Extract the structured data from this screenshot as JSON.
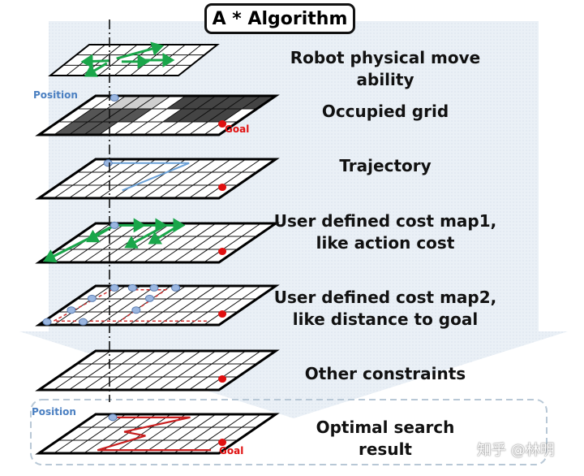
{
  "title": "A * Algorithm",
  "layers": [
    {
      "id": "move",
      "label": [
        "Robot physical move ability"
      ]
    },
    {
      "id": "occupied",
      "label": [
        "Occupied grid"
      ],
      "annotations": {
        "position": "Position",
        "goal": "Goal"
      }
    },
    {
      "id": "trajectory",
      "label": [
        "Trajectory"
      ]
    },
    {
      "id": "cost1",
      "label": [
        "User defined cost map1,",
        "like action cost"
      ]
    },
    {
      "id": "cost2",
      "label": [
        "User defined cost map2,",
        "like distance to goal"
      ]
    },
    {
      "id": "other",
      "label": [
        "Other constraints"
      ]
    },
    {
      "id": "optimal",
      "label": [
        "Optimal search",
        "result"
      ],
      "annotations": {
        "position": "Position",
        "goal": "Goal"
      }
    }
  ],
  "colors": {
    "arrow": "#1aa64a",
    "goal": "#e01010",
    "path": "#c81e1e",
    "position_label": "#4a7fc1",
    "node": "#9ab6e0",
    "occupied_dark": "#555555",
    "occupied_light": "#aaaaaa",
    "background": "#e7edf4"
  },
  "watermark": "知乎 @林明"
}
